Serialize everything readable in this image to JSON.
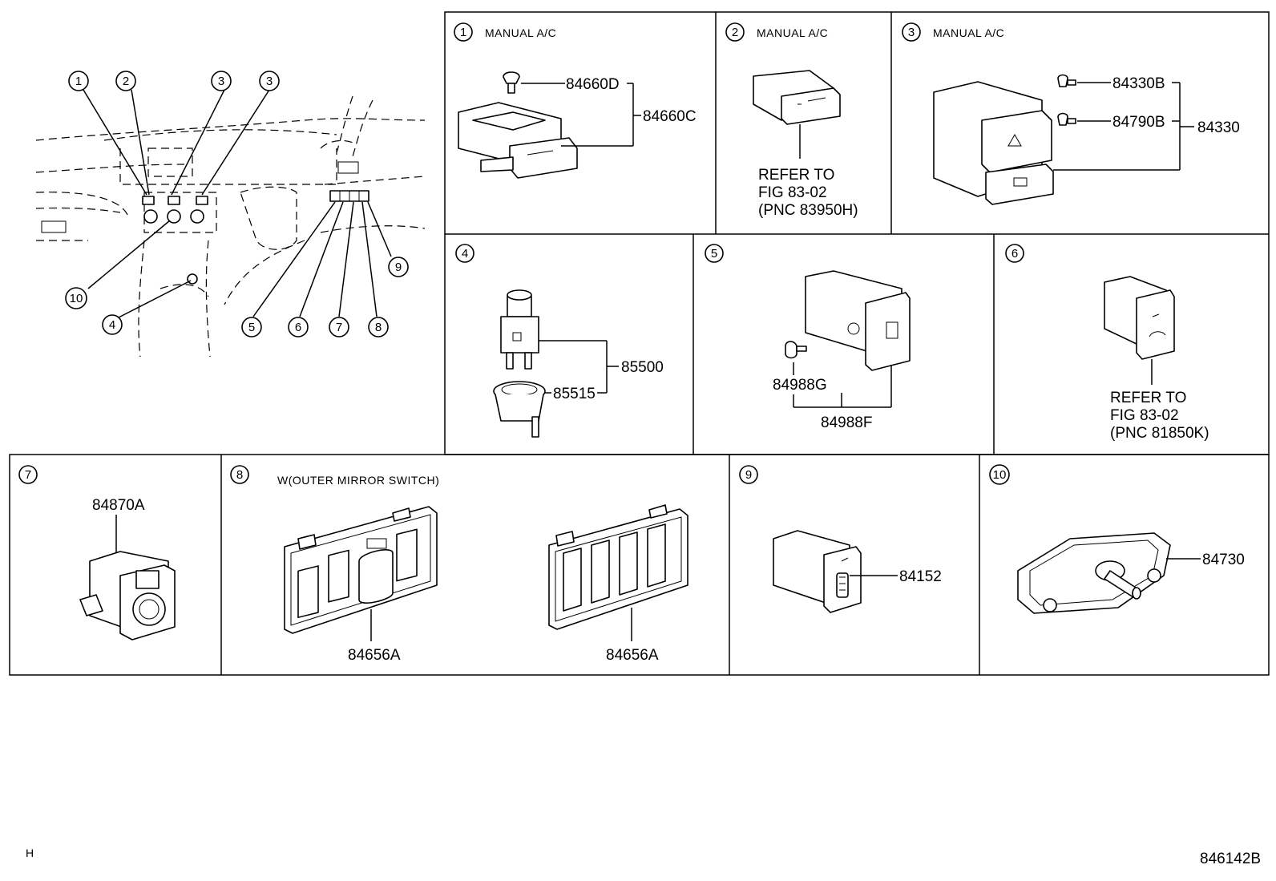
{
  "overview": {
    "callouts": [
      "1",
      "2",
      "3",
      "3",
      "4",
      "5",
      "6",
      "7",
      "8",
      "9",
      "10"
    ]
  },
  "panels": [
    {
      "num": "1",
      "title": "MANUAL A/C",
      "parts": [
        "84660D",
        "84660C"
      ]
    },
    {
      "num": "2",
      "title": "MANUAL A/C",
      "refer": [
        "REFER TO",
        "FIG  83-02",
        "(PNC 83950H)"
      ]
    },
    {
      "num": "3",
      "title": "MANUAL A/C",
      "parts": [
        "84330B",
        "84790B",
        "84330"
      ]
    },
    {
      "num": "4",
      "parts": [
        "85500",
        "85515"
      ]
    },
    {
      "num": "5",
      "parts": [
        "84988G",
        "84988F"
      ]
    },
    {
      "num": "6",
      "refer": [
        "REFER TO",
        "FIG  83-02",
        "(PNC 81850K)"
      ]
    },
    {
      "num": "7",
      "parts": [
        "84870A"
      ]
    },
    {
      "num": "8",
      "title": "W(OUTER MIRROR SWITCH)",
      "parts": [
        "84656A",
        "84656A"
      ]
    },
    {
      "num": "9",
      "parts": [
        "84152"
      ]
    },
    {
      "num": "10",
      "parts": [
        "84730"
      ]
    }
  ],
  "footer": {
    "left": "H",
    "right": "846142B"
  }
}
